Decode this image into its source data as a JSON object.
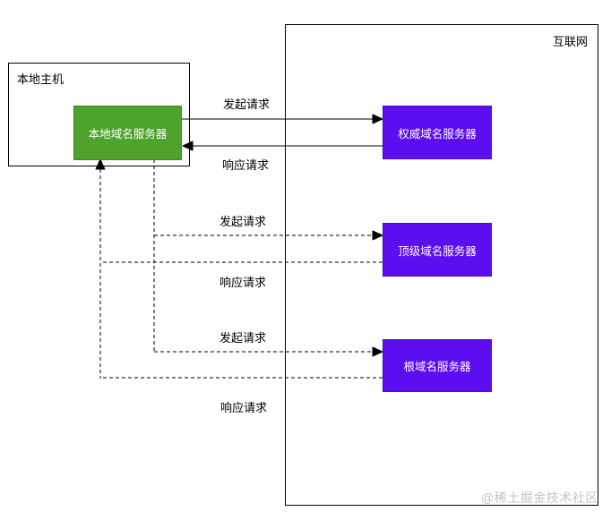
{
  "colors": {
    "node-green-fill": "#4EA32C",
    "node-green-border": "#3B8A1E",
    "node-purple-fill": "#5D0EF0",
    "node-purple-border": "#4A0BC8",
    "line": "#000000",
    "watermark": "#C4C4C4"
  },
  "diagram": {
    "containers": {
      "localhost": {
        "label": "本地主机"
      },
      "internet": {
        "label": "互联网"
      }
    },
    "nodes": {
      "local_dns": {
        "label": "本地域名服务器",
        "fill": "#4EA32C"
      },
      "authoritative_dns": {
        "label": "权威域名服务器",
        "fill": "#5D0EF0"
      },
      "tld_dns": {
        "label": "顶级域名服务器",
        "fill": "#5D0EF0"
      },
      "root_dns": {
        "label": "根域名服务器",
        "fill": "#5D0EF0"
      }
    },
    "edges": [
      {
        "label": "发起请求",
        "from": "本地域名服务器",
        "to": "权威域名服务器",
        "style": "solid"
      },
      {
        "label": "响应请求",
        "from": "权威域名服务器",
        "to": "本地域名服务器",
        "style": "solid"
      },
      {
        "label": "发起请求",
        "from": "本地域名服务器",
        "to": "顶级域名服务器",
        "style": "dashed"
      },
      {
        "label": "响应请求",
        "from": "顶级域名服务器",
        "to": "本地域名服务器",
        "style": "dashed"
      },
      {
        "label": "发起请求",
        "from": "本地域名服务器",
        "to": "根域名服务器",
        "style": "dashed"
      },
      {
        "label": "响应请求",
        "from": "根域名服务器",
        "to": "本地域名服务器",
        "style": "dashed"
      }
    ],
    "watermark": "@稀土掘金技术社区"
  }
}
